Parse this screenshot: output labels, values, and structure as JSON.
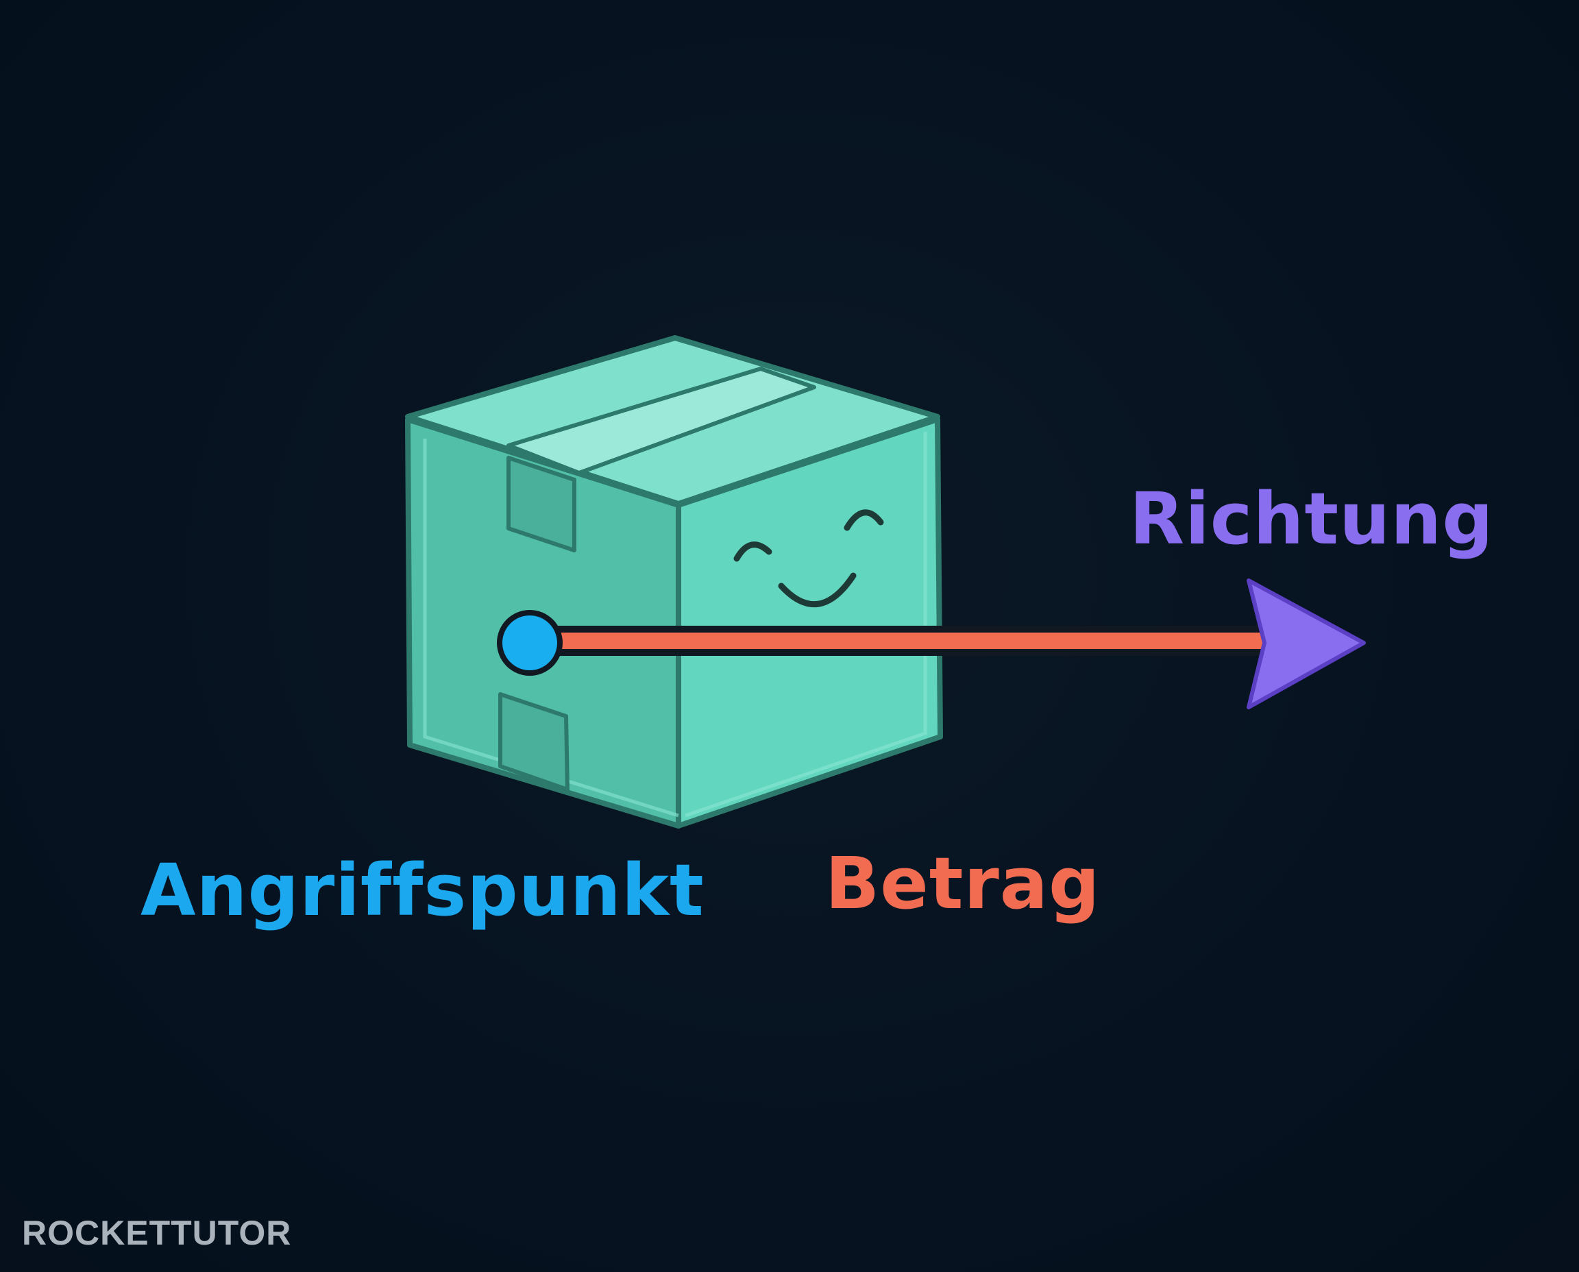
{
  "labels": {
    "angriffspunkt": "Angriffspunkt",
    "betrag": "Betrag",
    "richtung": "Richtung"
  },
  "brand": {
    "logo_text": "ROCKETTUTOR"
  },
  "colors": {
    "background": "#07131f",
    "box": "#5fd4bd",
    "box_outline": "#2d7a6c",
    "angriffspunkt": "#1ba8ee",
    "betrag": "#f26c52",
    "richtung": "#8a6ef0"
  }
}
